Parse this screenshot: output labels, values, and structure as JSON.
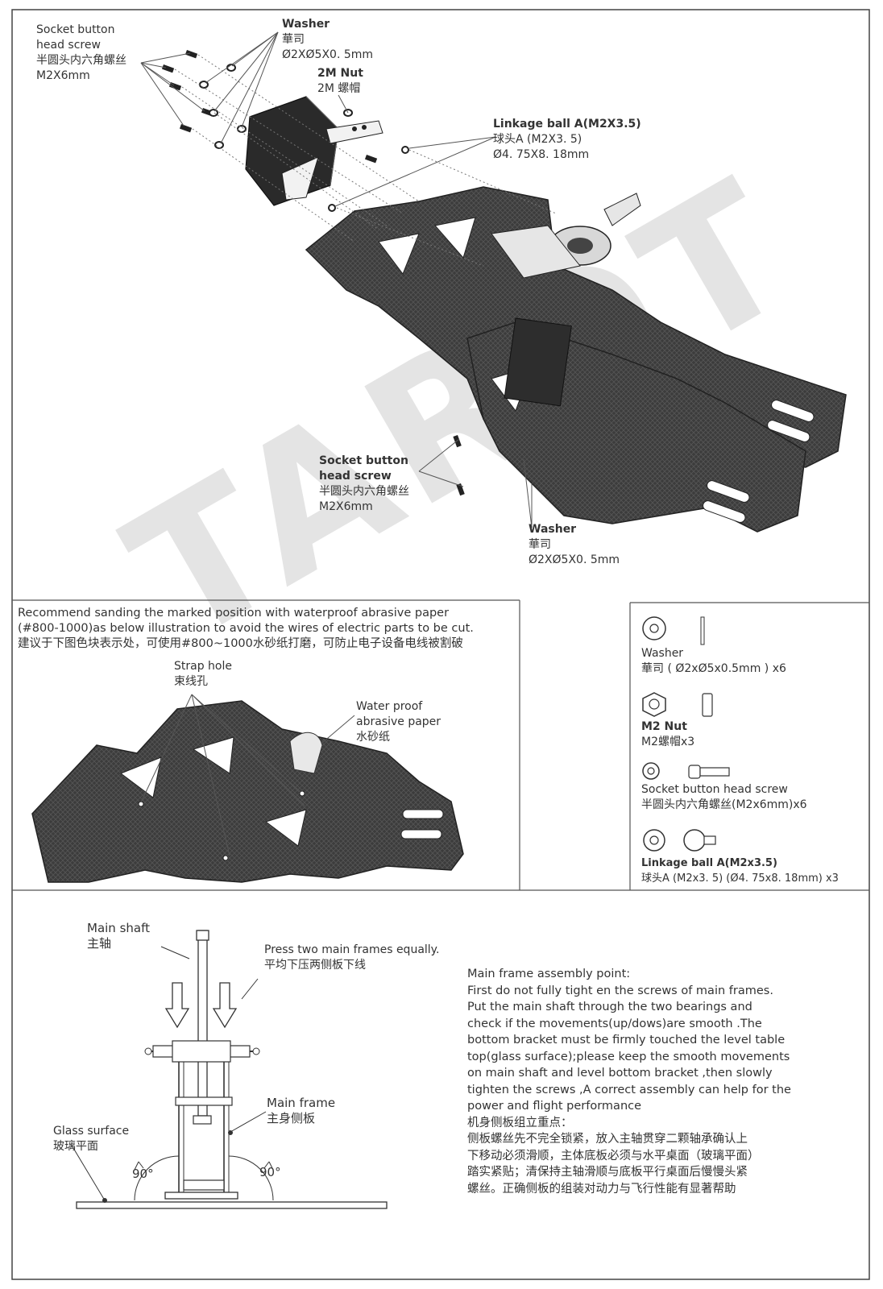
{
  "exploded_view": {
    "screw_top": {
      "en_1": "Socket button",
      "en_2": "head screw",
      "cn": "半圆头内六角螺丝",
      "spec": "M2X6mm"
    },
    "washer_top": {
      "en": "Washer",
      "cn": "華司",
      "spec": "Ø2XØ5X0. 5mm"
    },
    "nut": {
      "en": "2M Nut",
      "cn": "2M 螺帽"
    },
    "linkage_ball": {
      "en": "Linkage ball A(M2X3.5)",
      "cn": "球头A (M2X3. 5)",
      "spec": "Ø4. 75X8. 18mm"
    },
    "screw_bottom": {
      "en_1": "Socket button",
      "en_2": "head screw",
      "cn": "半圆头内六角螺丝",
      "spec": "M2X6mm"
    },
    "washer_bottom": {
      "en": "Washer",
      "cn": "華司",
      "spec": "Ø2XØ5X0. 5mm"
    }
  },
  "sanding": {
    "line_1": "Recommend sanding the marked position with waterproof abrasive paper",
    "line_2": "(#800-1000)as below illustration to avoid the wires of electric parts to be cut.",
    "line_3": "建议于下图色块表示处，可使用#800~1000水砂纸打磨，可防止电子设备电线被割破",
    "strap_hole_en": "Strap hole",
    "strap_hole_cn": "束线孔",
    "paper_en_1": "Water proof",
    "paper_en_2": "abrasive paper",
    "paper_cn": "水砂纸"
  },
  "parts": [
    {
      "en": "Washer",
      "cn": "華司 ( Ø2xØ5x0.5mm ) x6",
      "icon": "washer-icon"
    },
    {
      "en": "M2 Nut",
      "cn": "M2螺帽x3",
      "icon": "nut-icon"
    },
    {
      "en": "Socket button head screw",
      "cn": "半圆头内六角螺丝(M2x6mm)x6",
      "icon": "screw-icon"
    },
    {
      "en": "Linkage ball A(M2x3.5)",
      "cn": "球头A (M2x3. 5) (Ø4. 75x8. 18mm) x3",
      "icon": "linkage-ball-icon"
    }
  ],
  "assembly": {
    "main_shaft_en": "Main shaft",
    "main_shaft_cn": "主轴",
    "press_en": "Press two main frames equally.",
    "press_cn": "平均下压两侧板下线",
    "main_frame_en": "Main  frame",
    "main_frame_cn": "主身侧板",
    "glass_en": "Glass surface",
    "glass_cn": "玻璃平面",
    "angle_left": "90°",
    "angle_right": "90°"
  },
  "assembly_note": {
    "lines": [
      "Main frame assembly point:",
      "First do not fully tight en the screws of main frames.",
      "Put the main shaft through the two bearings and",
      "check if the movements(up/dows)are smooth .The",
      "bottom bracket must be firmly touched the level table",
      "top(glass surface);please keep the smooth movements",
      "on main shaft and level bottom bracket ,then slowly",
      "tighten the screws ,A correct assembly can help for the",
      " power and flight performance",
      "机身侧板组立重点：",
      "侧板螺丝先不完全锁紧，放入主轴贯穿二颗轴承确认上",
      "下移动必须滑顺，主体底板必须与水平桌面（玻璃平面）",
      "踏实紧贴；清保持主轴滑顺与底板平行桌面后慢慢头紧",
      "螺丝。正确侧板的组装对动力与飞行性能有显著帮助"
    ]
  },
  "watermark": {
    "text": "TAROT"
  },
  "colors": {
    "ink": "#2a2a2a",
    "frame": "#3a3a3a",
    "watermark": "#cfcfcf"
  }
}
